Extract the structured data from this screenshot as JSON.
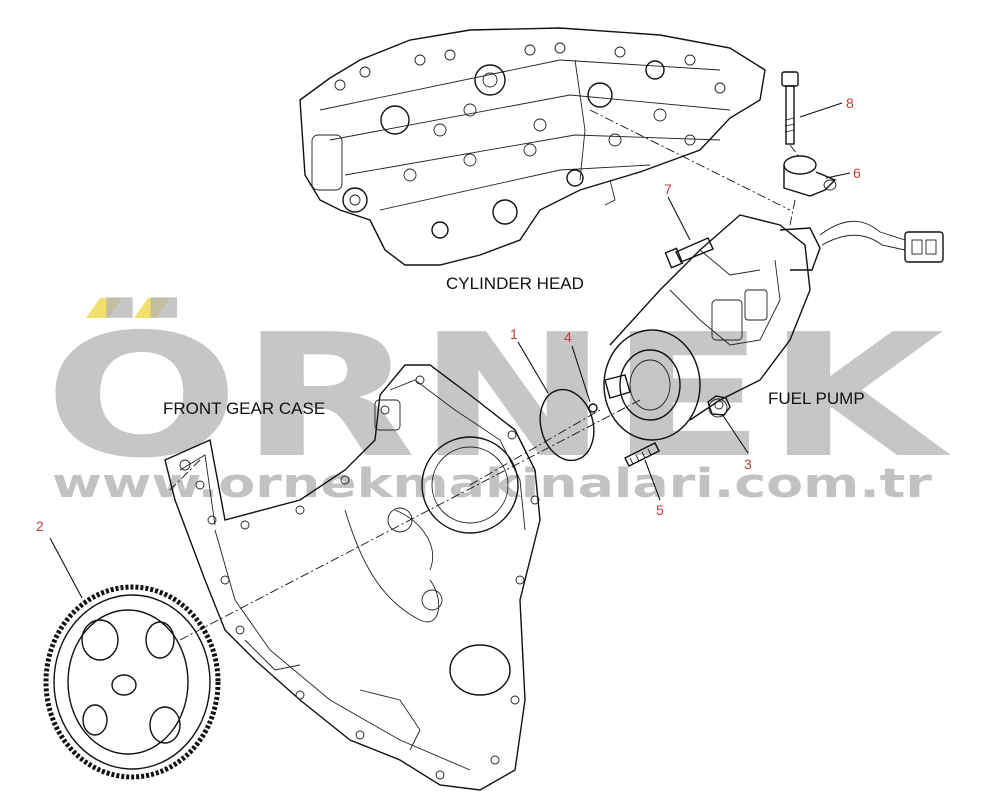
{
  "watermark": {
    "brand": "ÖRNEK",
    "url": "www.ornekmakinalari.com.tr",
    "color": "#b3b3b3",
    "accent": "#f2e06e"
  },
  "labels": {
    "cylinder_head": "CYLINDER HEAD",
    "front_gear_case": "FRONT GEAR CASE",
    "fuel_pump": "FUEL PUMP"
  },
  "callouts": [
    {
      "id": "1",
      "text": "1"
    },
    {
      "id": "2",
      "text": "2"
    },
    {
      "id": "3",
      "text": "3"
    },
    {
      "id": "4",
      "text": "4"
    },
    {
      "id": "5",
      "text": "5"
    },
    {
      "id": "6",
      "text": "6"
    },
    {
      "id": "7",
      "text": "7"
    },
    {
      "id": "8",
      "text": "8"
    }
  ],
  "colors": {
    "callout": "#c43a3a",
    "line": "#111111"
  }
}
